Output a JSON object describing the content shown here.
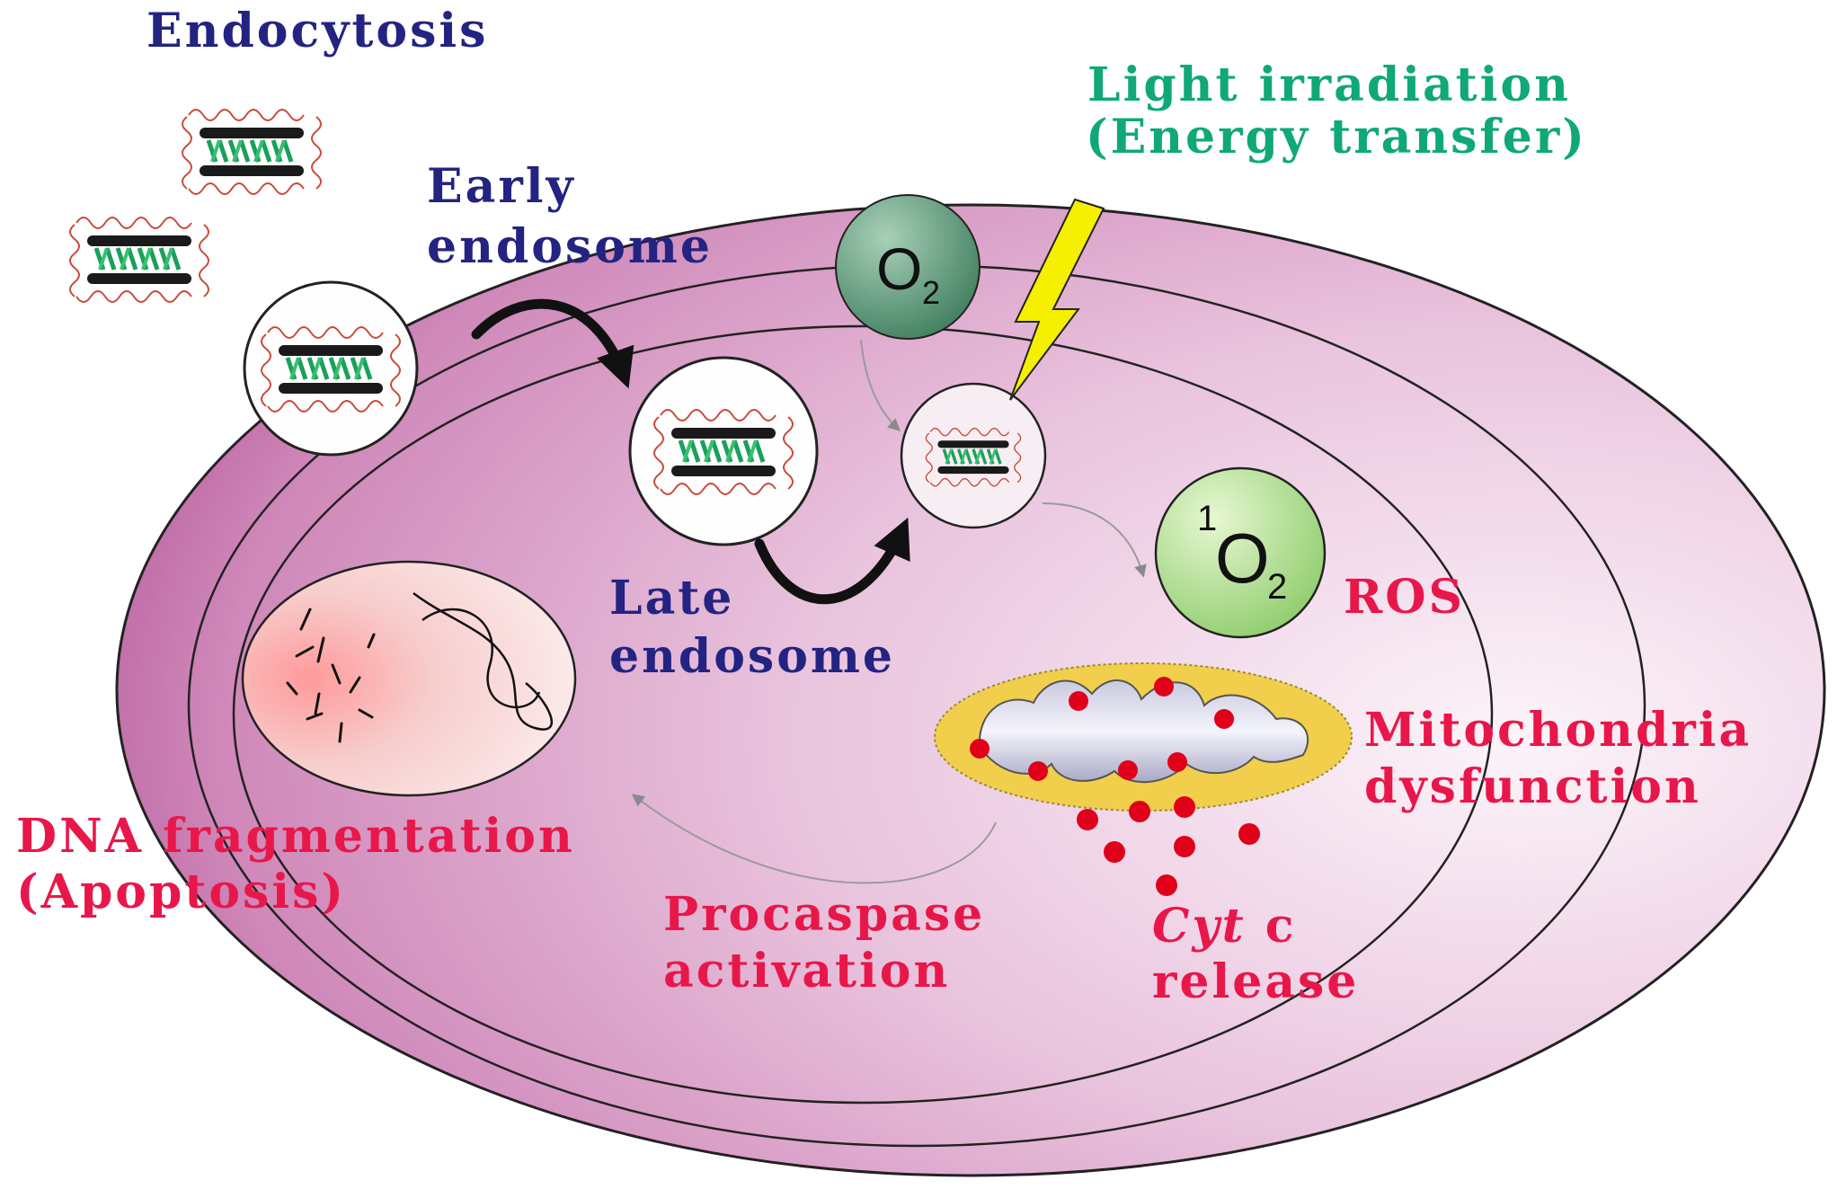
{
  "labels": {
    "endocytosis": "Endocytosis",
    "light_line1": "Light irradiation",
    "light_line2": "(Energy transfer)",
    "early_line1": "Early",
    "early_line2": "endosome",
    "late_line1": "Late",
    "late_line2": "endosome",
    "o2": "O",
    "o2_sub": "2",
    "singlet_sup": "1",
    "singlet_o": "O",
    "singlet_sub": "2",
    "ros": "ROS",
    "mito_line1": "Mitochondria",
    "mito_line2": "dysfunction",
    "cyt_italic": "Cyt",
    "cyt_rest": " c",
    "cyt_line2": "release",
    "procaspase_line1": "Procaspase",
    "procaspase_line2": "activation",
    "dna_line1": "DNA fragmentation",
    "dna_line2": "(Apoptosis)"
  },
  "colors": {
    "label_blue": "#232382",
    "label_green": "#10a878",
    "label_red": "#e8174a",
    "cell_magenta": "#b0508e",
    "o2_sphere": "#3f7f5f",
    "singlet_sphere": "#8fcf6f",
    "lightning": "#f5f000",
    "mitochondria_outer": "#f1cf4c",
    "cyt_c_dot": "#e0001a"
  }
}
